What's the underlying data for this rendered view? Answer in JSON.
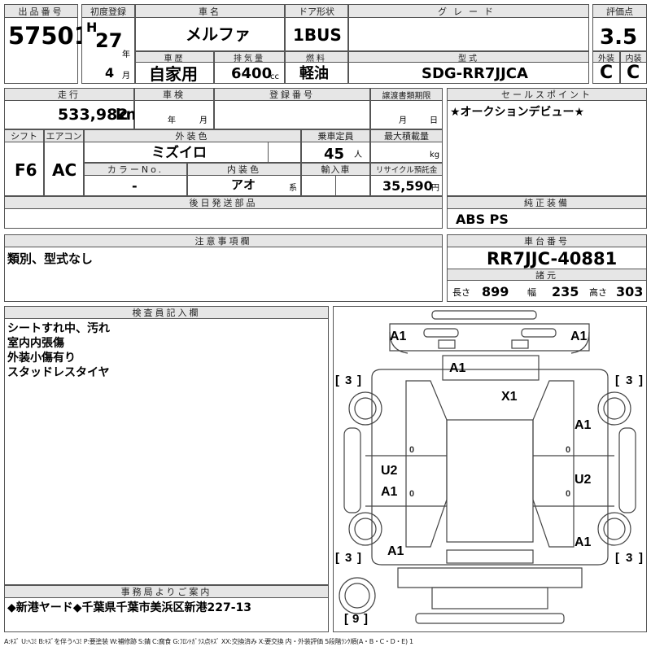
{
  "header": {
    "lot_label": "出品番号",
    "lot_no": "57501",
    "first_reg_label": "初度登録",
    "era": "H",
    "reg_year": "27",
    "year_unit": "年",
    "reg_month": "4",
    "month_unit": "月",
    "car_name_label": "車名",
    "car_name": "メルファ",
    "door_label": "ドア形状",
    "door": "1BUS",
    "grade_label": "グレード",
    "grade": "",
    "score_label": "評価点",
    "score": "3.5",
    "history_label": "車歴",
    "history": "自家用",
    "displacement_label": "排気量",
    "displacement": "6400",
    "cc_unit": "cc",
    "fuel_label": "燃料",
    "fuel": "軽油",
    "model_label": "型式",
    "model": "SDG-RR7JJCA",
    "ext_label": "外装",
    "ext_grade": "C",
    "int_label": "内装",
    "int_grade": "C"
  },
  "row2": {
    "mileage_label": "走行",
    "mileage": "533,982",
    "km_unit": "km",
    "inspection_label": "車検",
    "insp_year_unit": "年",
    "insp_month_unit": "月",
    "regno_label": "登録番号",
    "regno": "",
    "transfer_label": "譲渡書類期限",
    "tr_month_unit": "月",
    "tr_day_unit": "日",
    "sales_label": "セールスポイント",
    "sales_text": "★オークションデビュー★"
  },
  "row3": {
    "shift_label": "シフト",
    "shift": "F6",
    "ac_label": "エアコン",
    "ac": "AC",
    "ext_color_label": "外装色",
    "ext_color": "ミズイロ",
    "capacity_label": "乗車定員",
    "capacity": "45",
    "person_unit": "人",
    "maxload_label": "最大積載量",
    "maxload": "",
    "kg_unit": "kg",
    "colorno_label": "カラーNo.",
    "colorno": "-",
    "int_color_label": "内装色",
    "int_color": "アオ",
    "kei_unit": "系",
    "import_label": "輸入車",
    "import_val": "",
    "recycle_label": "リサイクル預託金",
    "recycle": "35,590",
    "yen_unit": "円",
    "later_label": "後日発送部品",
    "later_val": "",
    "genuine_label": "純正装備",
    "genuine": "ABS PS"
  },
  "notes": {
    "caution_label": "注意事項欄",
    "caution": "類別、型式なし",
    "chassis_label": "車台番号",
    "chassis": "RR7JJC-40881",
    "dims_label": "諸元",
    "len_label": "長さ",
    "length": "899",
    "wid_label": "幅",
    "width": "235",
    "hei_label": "高さ",
    "height": "303"
  },
  "inspector": {
    "label": "検査員記入欄",
    "lines": [
      "シートすれ中、汚れ",
      "室内内張傷",
      "外装小傷有り",
      "スタッドレスタイヤ"
    ]
  },
  "office": {
    "label": "事務局よりご案内",
    "text": "◆新港ヤード◆千葉県千葉市美浜区新港227-13"
  },
  "diagram": {
    "marks": {
      "fl": "A1",
      "fr": "A1",
      "hood": "A1",
      "roof": "X1",
      "rdoor1": "A1",
      "ldoor_u": "U2",
      "ldoor_a": "A1",
      "rdoor_u": "U2",
      "rdoor2": "A1",
      "rear_l": "A1"
    },
    "tires": {
      "fl": "3",
      "fr": "3",
      "rl": "3",
      "rr": "3",
      "spare": "9"
    },
    "lever_mark": "0"
  },
  "legend": "A:ｷｽﾞ  U:ﾍｺﾐ  B:ｷｽﾞを伴うﾍｺﾐ  P:要塗装  W:補修跡  S:錆  C:腐食  G:ﾌﾛﾝﾄｶﾞﾗｽ点ｷｽﾞ  XX:交換済み  X:要交換    内・外装評価  5段階ﾗﾝｸ順(A・B・C・D・E)  1"
}
